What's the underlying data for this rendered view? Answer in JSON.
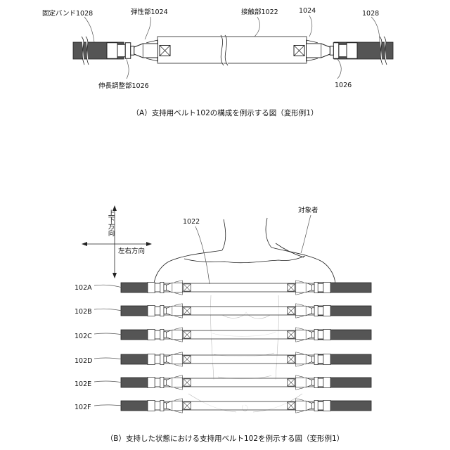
{
  "figure_a": {
    "labels": {
      "fixing_band_left": "固定バンド1028",
      "elastic_part": "弾性部1024",
      "contact_part": "接触部1022",
      "elastic_part_right": "1024",
      "fixing_band_right": "1028",
      "extension_adjust_left": "伸長調整部1026",
      "extension_adjust_right": "1026"
    },
    "caption": "（A）支持用ベルト102の構成を例示する図（変形例1）"
  },
  "figure_b": {
    "labels": {
      "contact_part": "1022",
      "subject": "対象者",
      "up_down": "上下方向",
      "left_right": "左右方向"
    },
    "belts": [
      "102A",
      "102B",
      "102C",
      "102D",
      "102E",
      "102F"
    ],
    "caption": "（B）支持した状態における支持用ベルト102を例示する図（変形例1）"
  }
}
